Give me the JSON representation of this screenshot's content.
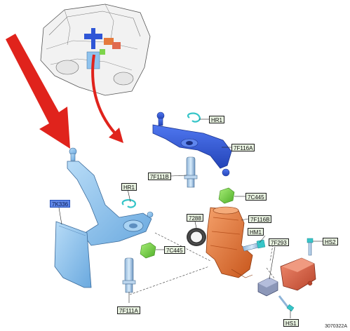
{
  "callouts": {
    "hr1_top": "HR1",
    "c7f116a": "7F116A",
    "c7f111b": "7F111B",
    "c7c445_top": "7C445",
    "c7288": "7288",
    "c7f116b": "7F116B",
    "hm1": "HM1",
    "c7f293": "7F293",
    "hs2": "HS2",
    "c7k336": "7K336",
    "hr1_left": "HR1",
    "c7c445_left": "7C445",
    "c7f111a": "7F111A",
    "hs1": "HS1"
  },
  "figure_ref": "3070322A",
  "colors": {
    "arrow_red": "#e0231c",
    "shift_lever_blue": "#2f56d6",
    "lever_light_blue": "#8fc3ee",
    "housing_orange": "#e57a3c",
    "module_salmon": "#e06a4e",
    "bushing_green": "#7ed44c",
    "clip_teal": "#36c5c8",
    "label_green_bg": "#e8f2e0",
    "label_blue_bg": "#5f86e6"
  }
}
